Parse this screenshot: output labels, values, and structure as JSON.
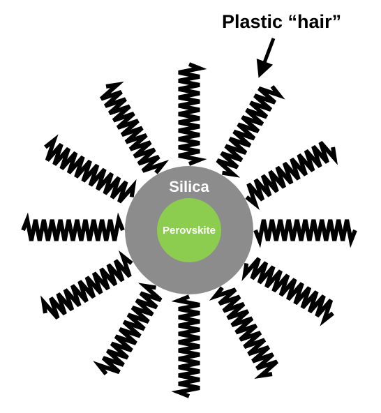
{
  "labels": {
    "plastic_hair": "Plastic “hair”",
    "shell": "Silica",
    "core": "Perovskite"
  },
  "colors": {
    "background": "#ffffff",
    "hair": "#000000",
    "shell": "#8c8c8c",
    "core": "#8ccc4e",
    "shell_text": "#ffffff",
    "core_text": "#ffffff",
    "arrow": "#000000"
  },
  "structure": {
    "hair_strand_count": 12
  }
}
